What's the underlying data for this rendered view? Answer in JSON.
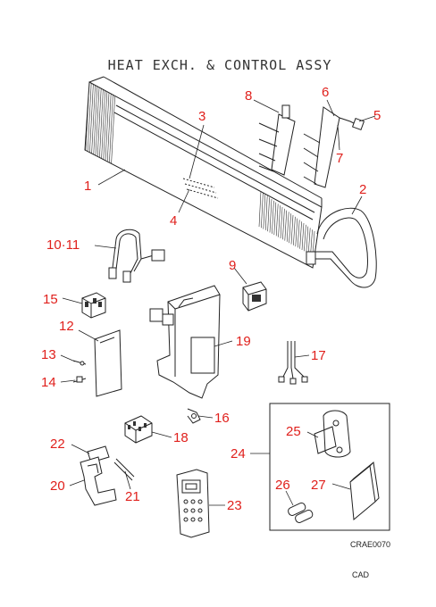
{
  "title": "HEAT EXCH. & CONTROL ASSY",
  "drawing_code": "CRAE0070",
  "footer": "CAD",
  "labels": {
    "l1": "1",
    "l2": "2",
    "l3": "3",
    "l4": "4",
    "l5": "5",
    "l6": "6",
    "l7": "7",
    "l8": "8",
    "l9": "9",
    "l10_11": "10·11",
    "l12": "12",
    "l13": "13",
    "l14": "14",
    "l15": "15",
    "l16": "16",
    "l17": "17",
    "l18": "18",
    "l19": "19",
    "l20": "20",
    "l21": "21",
    "l22": "22",
    "l23": "23",
    "l24": "24",
    "l25": "25",
    "l26": "26",
    "l27": "27"
  }
}
